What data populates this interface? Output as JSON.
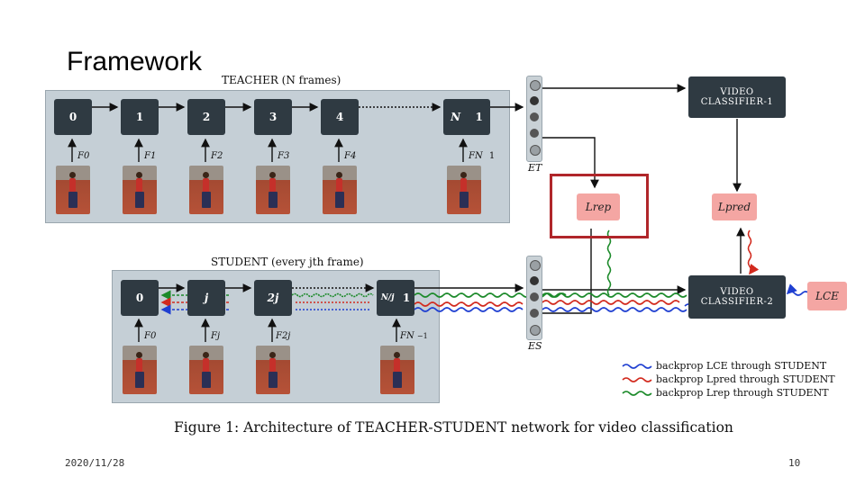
{
  "slide": {
    "title": "Framework",
    "date": "2020/11/28",
    "page_number": "10"
  },
  "teacher": {
    "title": "TEACHER (N frames)",
    "nodes": [
      "0",
      "1",
      "2",
      "3",
      "4",
      "N",
      "1"
    ],
    "frame_labels": [
      "F0",
      "F1",
      "F2",
      "F3",
      "F4",
      "FN",
      "1"
    ]
  },
  "student": {
    "title": "STUDENT (every jth frame)",
    "nodes": [
      "0",
      "j",
      "2j",
      "N/j",
      "1"
    ],
    "frame_labels": [
      "F0",
      "Fj",
      "F2j",
      "FN",
      "−1"
    ]
  },
  "embeddings": {
    "teacher_label": "ET",
    "student_label": "ES"
  },
  "classifiers": {
    "c1_line1": "VIDEO",
    "c1_line2": "CLASSIFIER-1",
    "c2_line1": "VIDEO",
    "c2_line2": "CLASSIFIER-2"
  },
  "losses": {
    "rep": "Lrep",
    "pred": "Lpred",
    "ce": "LCE"
  },
  "legend": [
    {
      "text": "backprop LCE through STUDENT",
      "color": "#1f3fd1"
    },
    {
      "text": "backprop Lpred through STUDENT",
      "color": "#d22a1e"
    },
    {
      "text": "backprop Lrep through STUDENT",
      "color": "#1c8a2a"
    }
  ],
  "caption": "Figure 1:  Architecture of TEACHER-STUDENT network for video classification"
}
